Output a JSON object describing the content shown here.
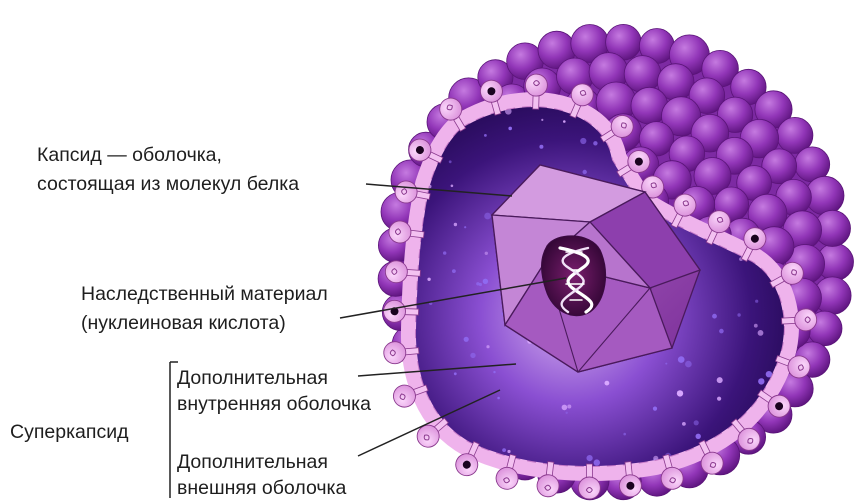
{
  "labels": {
    "capsid": {
      "line1": "Капсид — оболочка,",
      "line2": "состоящая из молекул белка"
    },
    "genetic": {
      "line1": "Наследственный материал",
      "line2": "(нуклеиновая кислота)"
    },
    "supercapsid": "Суперкапсид",
    "inner": {
      "line1": "Дополнительная",
      "line2": "внутренняя оболочка"
    },
    "outer": {
      "line1": "Дополнительная",
      "line2": "внешняя оболочка"
    }
  },
  "colors": {
    "outer_sphere": "#8a2fb0",
    "envelope_pink": "#e9a6e6",
    "interior_dark": "#2a0b5e",
    "capsid_face": "#b56ac9",
    "label_text": "#1e1e1e"
  },
  "icons": {
    "virus": "virion-illustration",
    "helix": "dna-helix-icon"
  }
}
